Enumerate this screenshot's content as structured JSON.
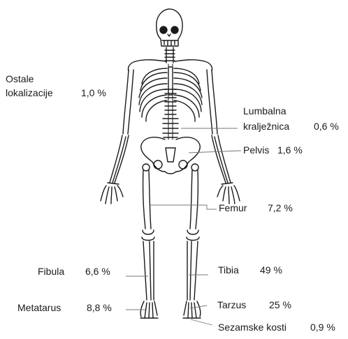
{
  "figure": {
    "colors": {
      "ink": "#1a1a1a",
      "leader": "#777777",
      "background": "#ffffff"
    },
    "labels": [
      {
        "id": "ostale",
        "lines": [
          "Ostale",
          "lokalizacije"
        ],
        "value": "1,0 %"
      },
      {
        "id": "lumbalna",
        "lines": [
          "Lumbalna",
          "kralježnica"
        ],
        "value": "0,6 %"
      },
      {
        "id": "pelvis",
        "lines": [
          "Pelvis"
        ],
        "value": "1,6 %"
      },
      {
        "id": "femur",
        "lines": [
          "Femur"
        ],
        "value": "7,2 %"
      },
      {
        "id": "fibula",
        "lines": [
          "Fibula"
        ],
        "value": "6,6 %"
      },
      {
        "id": "tibia",
        "lines": [
          "Tibia"
        ],
        "value": "49 %"
      },
      {
        "id": "metatarus",
        "lines": [
          "Metatarus"
        ],
        "value": "8,8 %"
      },
      {
        "id": "tarzus",
        "lines": [
          "Tarzus"
        ],
        "value": "25 %"
      },
      {
        "id": "sezamske",
        "lines": [
          "Sezamske kosti"
        ],
        "value": "0,9 %"
      }
    ]
  }
}
